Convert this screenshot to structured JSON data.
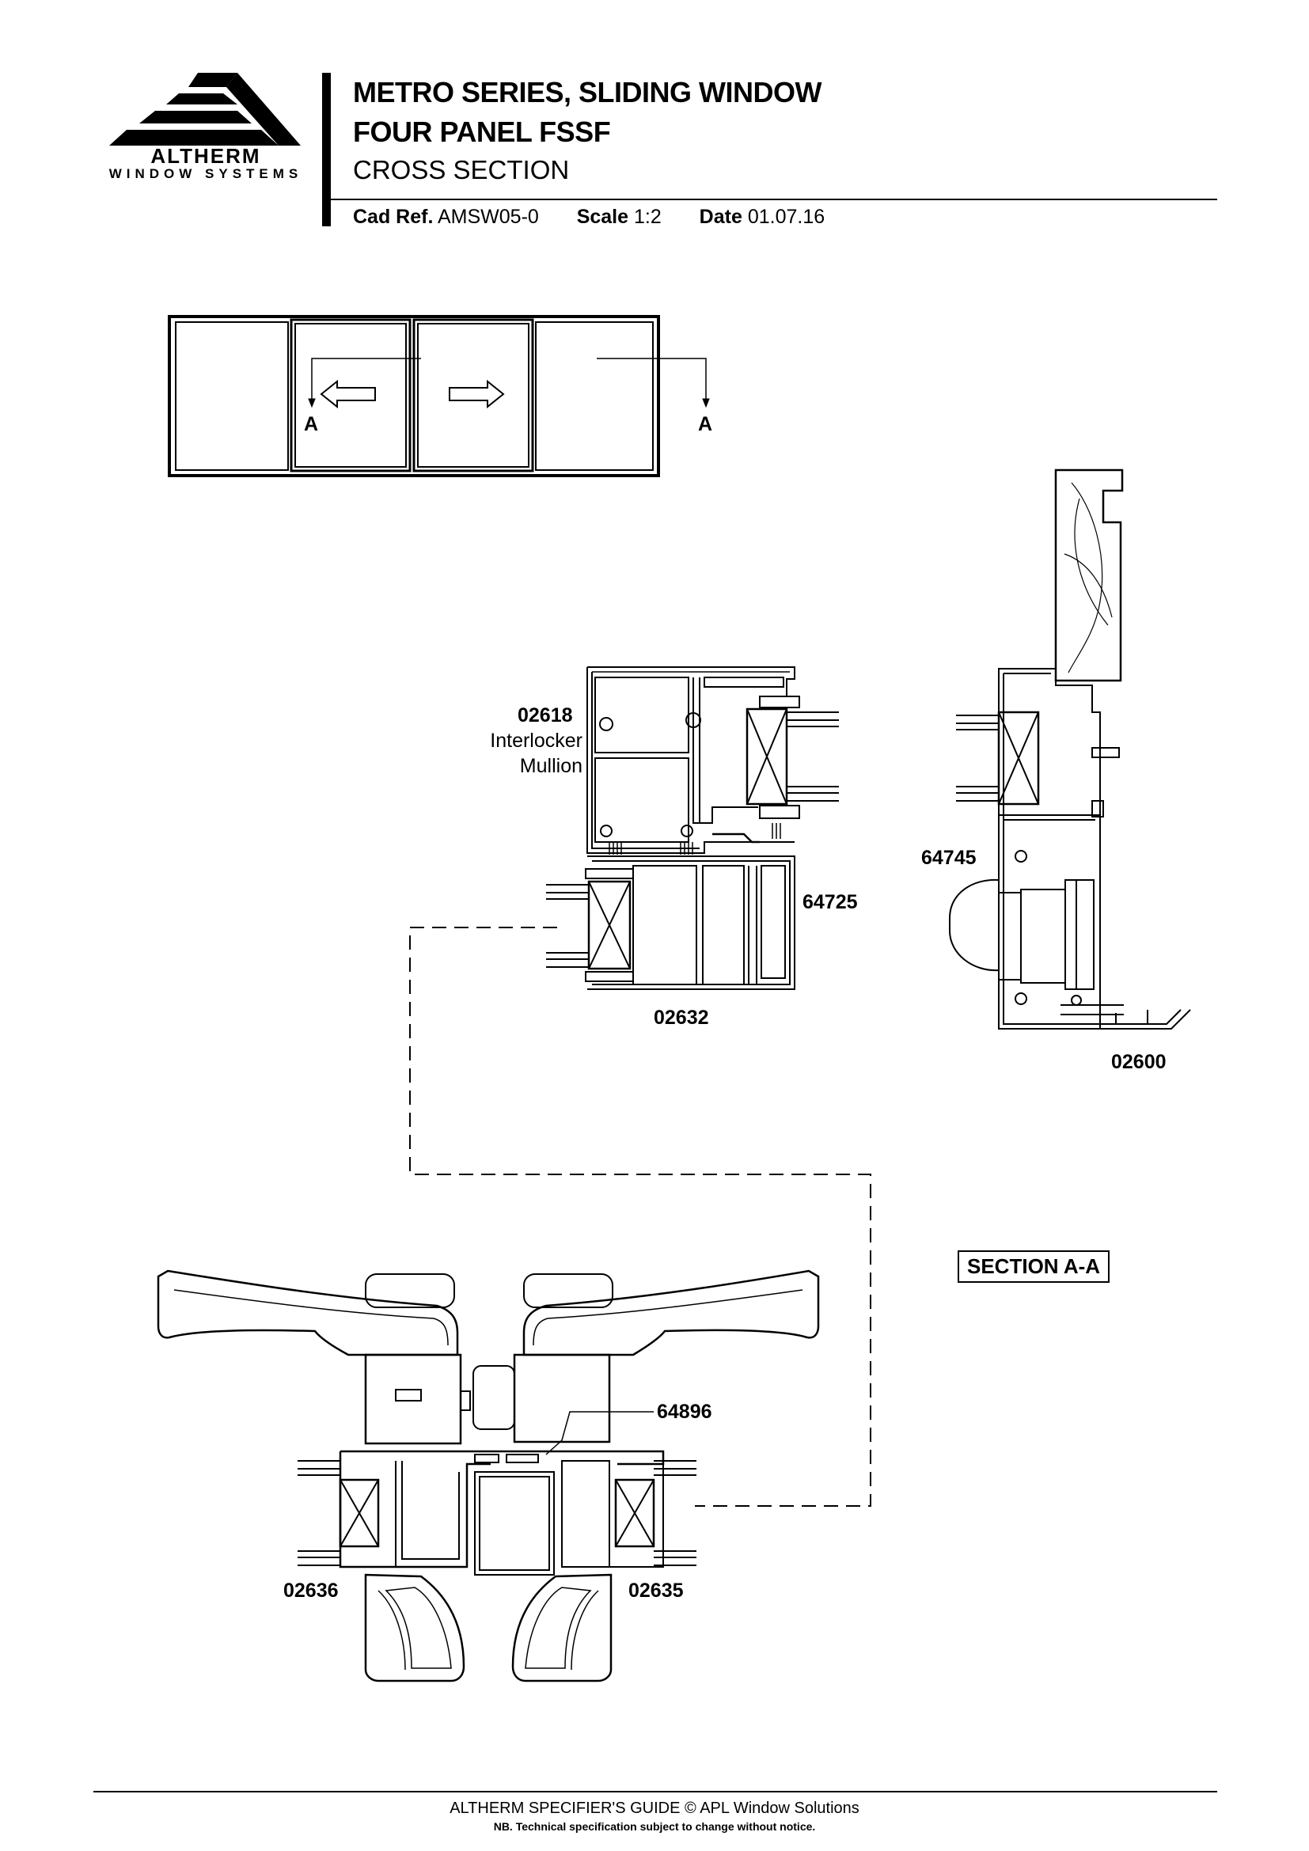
{
  "brand": {
    "name": "ALTHERM",
    "tagline": "WINDOW SYSTEMS"
  },
  "title": {
    "line1": "METRO SERIES, SLIDING WINDOW",
    "line2": "FOUR PANEL FSSF",
    "line3": "CROSS SECTION"
  },
  "meta": {
    "cad_ref_label": "Cad Ref.",
    "cad_ref_value": "AMSW05-0",
    "scale_label": "Scale",
    "scale_value": "1:2",
    "date_label": "Date",
    "date_value": "01.07.16"
  },
  "elevation": {
    "section_marker_left": "A",
    "section_marker_right": "A"
  },
  "labels": {
    "interlocker_code": "02618",
    "interlocker_name_1": "Interlocker",
    "interlocker_name_2": "Mullion",
    "p64725": "64725",
    "p02632": "02632",
    "p64745": "64745",
    "p02600": "02600",
    "p64896": "64896",
    "p02636": "02636",
    "p02635": "02635"
  },
  "section_title": "SECTION A-A",
  "footer": {
    "line1": "ALTHERM SPECIFIER'S GUIDE  © APL Window Solutions",
    "line2": "NB. Technical specification subject to change without notice."
  }
}
